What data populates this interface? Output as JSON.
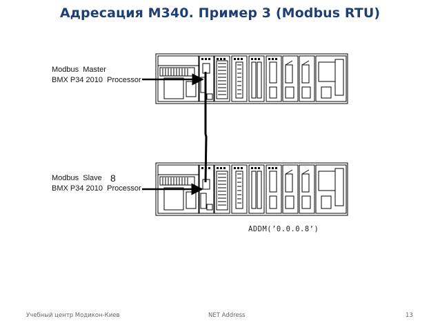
{
  "slide": {
    "title": "Адресация M340. Пример 3 (Modbus RTU)",
    "slave_address": "8",
    "command": "ADDM(’0.0.0.8’)"
  },
  "master": {
    "line1": "Modbus  Master",
    "line2": "BMX P34 2010  Processor"
  },
  "slave": {
    "line1": "Modbus  Slave",
    "line2": "BMX P34 2010  Processor"
  },
  "footer": {
    "left": "Учебный центр Модикон-Киев",
    "center": "NET Address",
    "page": "13"
  },
  "icons": [
    "plc-rack-master",
    "plc-rack-slave",
    "modbus-cable",
    "pointer-arrow"
  ]
}
